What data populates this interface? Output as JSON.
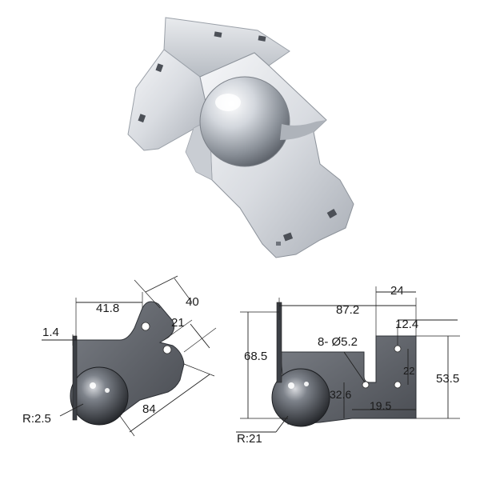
{
  "product": {
    "name_icon": "ball-corner-bracket-icon"
  },
  "left_view": {
    "labels": {
      "width_41_8": "41.8",
      "flange_40": "40",
      "hole_21": "21",
      "thickness_1_4": "1.4",
      "length_84": "84",
      "radius_2_5": "R:2.5"
    }
  },
  "right_view": {
    "labels": {
      "width_87_2": "87.2",
      "top_24": "24",
      "offset_12_4": "12.4",
      "holes": "8- Ø5.2",
      "height_68_5": "68.5",
      "hole_gap_22": "22",
      "height_53_5": "53.5",
      "hole_height_32_6": "32.6",
      "hole_spacing_19_5": "19.5",
      "radius_21": "R:21"
    }
  },
  "colors": {
    "metal_light": "#eef0f3",
    "metal_mid": "#b9bec6",
    "metal_dark": "#6e737c",
    "drawing_fill": "#5d6168",
    "drawing_dark": "#2e3136"
  }
}
